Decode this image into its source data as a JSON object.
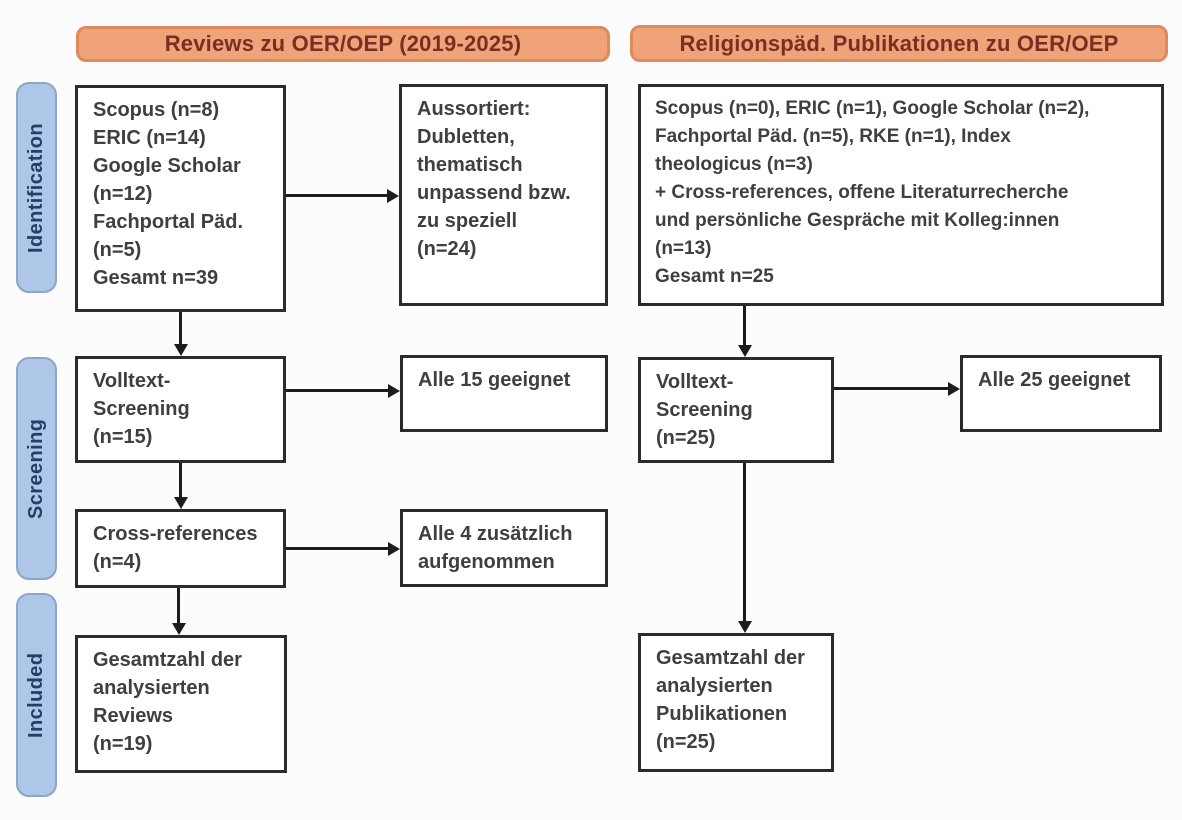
{
  "diagram": {
    "headers": {
      "left": "Reviews zu OER/OEP (2019-2025)",
      "right": "Religionspäd. Publikationen zu OER/OEP"
    },
    "stages": {
      "identification": "Identification",
      "screening": "Screening",
      "included": "Included"
    },
    "left_column": {
      "sources_box": "Scopus (n=8)\nERIC (n=14)\nGoogle Scholar\n(n=12)\nFachportal Päd.\n(n=5)\nGesamt n=39",
      "excluded_box": "Aussortiert:\nDubletten,\nthematisch\nunpassend bzw.\nzu speziell\n(n=24)",
      "fulltext_screening_box": "Volltext-\nScreening\n(n=15)",
      "fulltext_result_box": "Alle 15 geeignet",
      "cross_references_box": "Cross-references\n(n=4)",
      "cross_references_result_box": "Alle 4 zusätzlich\naufgenommen",
      "included_box": "Gesamtzahl der\nanalysierten\nReviews\n(n=19)"
    },
    "right_column": {
      "sources_box": "Scopus (n=0), ERIC (n=1), Google Scholar (n=2),\nFachportal Päd. (n=5), RKE (n=1), Index\ntheologicus (n=3)\n+ Cross-references, offene Literaturrecherche\nund persönliche Gespräche mit Kolleg:innen\n(n=13)\nGesamt n=25",
      "fulltext_screening_box": "Volltext-\nScreening\n(n=25)",
      "fulltext_result_box": "Alle 25 geeignet",
      "included_box": "Gesamtzahl der\nanalysierten\nPublikationen\n(n=25)"
    },
    "colors": {
      "header_fill": "#f0a278",
      "header_border": "#e0895a",
      "header_text": "#7a2f24",
      "stage_fill": "#aec6e8",
      "stage_border": "#8ca6c8",
      "stage_text": "#243f66",
      "box_border": "#2b2b2b",
      "box_text": "#3f3f3f",
      "arrow": "#1c1c1c",
      "background": "#fcfcfc"
    }
  }
}
